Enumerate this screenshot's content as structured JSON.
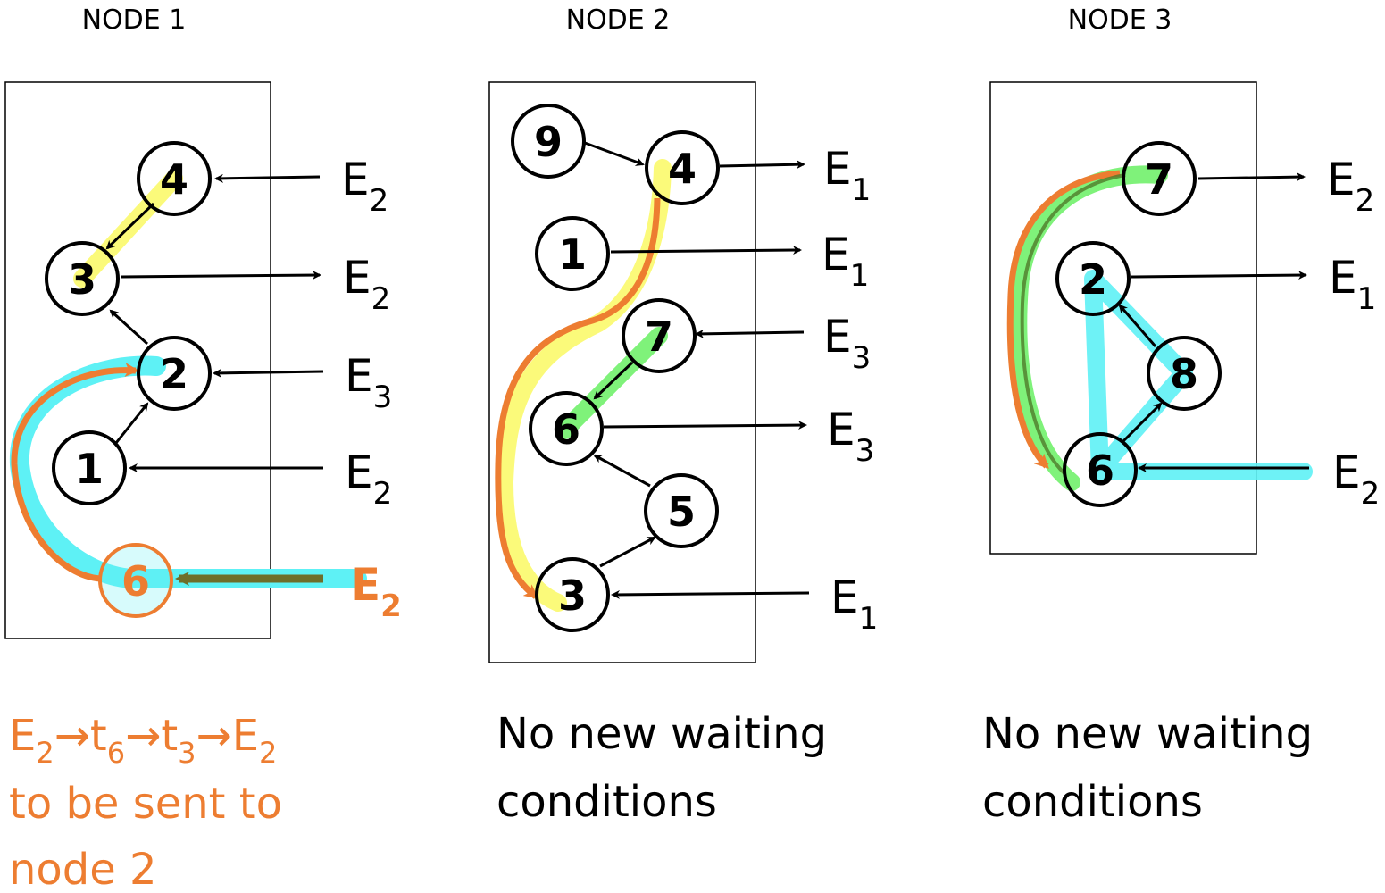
{
  "colors": {
    "orange": "#ed7d31",
    "cyan": "#5ef1f5",
    "yellow": "#fbfa7a",
    "green": "#7ff27a",
    "black": "#000000"
  },
  "nodes": [
    {
      "title": "NODE 1",
      "circles": [
        {
          "id": "4",
          "label": "4"
        },
        {
          "id": "3",
          "label": "3"
        },
        {
          "id": "2",
          "label": "2"
        },
        {
          "id": "1",
          "label": "1"
        },
        {
          "id": "6",
          "label": "6"
        }
      ],
      "externals": [
        {
          "base": "E",
          "sub": "2"
        },
        {
          "base": "E",
          "sub": "2"
        },
        {
          "base": "E",
          "sub": "3"
        },
        {
          "base": "E",
          "sub": "2"
        },
        {
          "base": "E",
          "sub": "2"
        }
      ],
      "caption": {
        "line1": {
          "p1": "E",
          "s1": "2",
          "p2": "→t",
          "s2": "6",
          "p3": "→t",
          "s3": "3",
          "p4": "→E",
          "s4": "2"
        },
        "line2": "to be sent to",
        "line3": "node 2"
      }
    },
    {
      "title": "NODE 2",
      "circles": [
        {
          "id": "9",
          "label": "9"
        },
        {
          "id": "4",
          "label": "4"
        },
        {
          "id": "1",
          "label": "1"
        },
        {
          "id": "7",
          "label": "7"
        },
        {
          "id": "6",
          "label": "6"
        },
        {
          "id": "5",
          "label": "5"
        },
        {
          "id": "3",
          "label": "3"
        }
      ],
      "externals": [
        {
          "base": "E",
          "sub": "1"
        },
        {
          "base": "E",
          "sub": "1"
        },
        {
          "base": "E",
          "sub": "3"
        },
        {
          "base": "E",
          "sub": "3"
        },
        {
          "base": "E",
          "sub": "1"
        }
      ],
      "caption": {
        "line1": "No new waiting",
        "line2": "conditions"
      }
    },
    {
      "title": "NODE 3",
      "circles": [
        {
          "id": "7",
          "label": "7"
        },
        {
          "id": "2",
          "label": "2"
        },
        {
          "id": "8",
          "label": "8"
        },
        {
          "id": "6",
          "label": "6"
        }
      ],
      "externals": [
        {
          "base": "E",
          "sub": "2"
        },
        {
          "base": "E",
          "sub": "1"
        },
        {
          "base": "E",
          "sub": "2"
        }
      ],
      "caption": {
        "line1": "No new waiting",
        "line2": "conditions"
      }
    }
  ]
}
